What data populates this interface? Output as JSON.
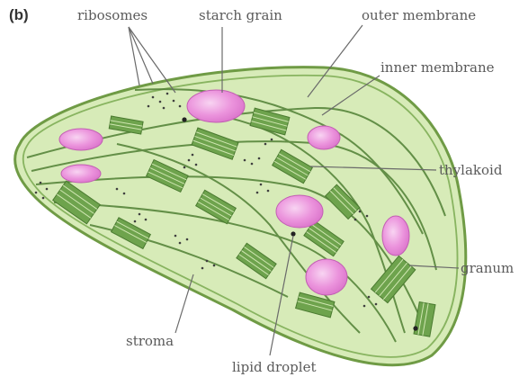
{
  "figure": {
    "panel_label": "(b)",
    "labels": {
      "ribosomes": "ribosomes",
      "starch_grain": "starch grain",
      "outer_membrane": "outer membrane",
      "inner_membrane": "inner membrane",
      "thylakoid": "thylakoid",
      "granum": "granum",
      "stroma": "stroma",
      "lipid_droplet": "lipid droplet"
    }
  },
  "colors": {
    "stroma": "#d7ebb8",
    "membrane": "#6f9b45",
    "thylakoid": "#5e9440",
    "grana": "#6ea34d",
    "starch": "#e58ad6",
    "starch_highlight": "#f6c9ef",
    "label_text": "#5a5a5a"
  }
}
